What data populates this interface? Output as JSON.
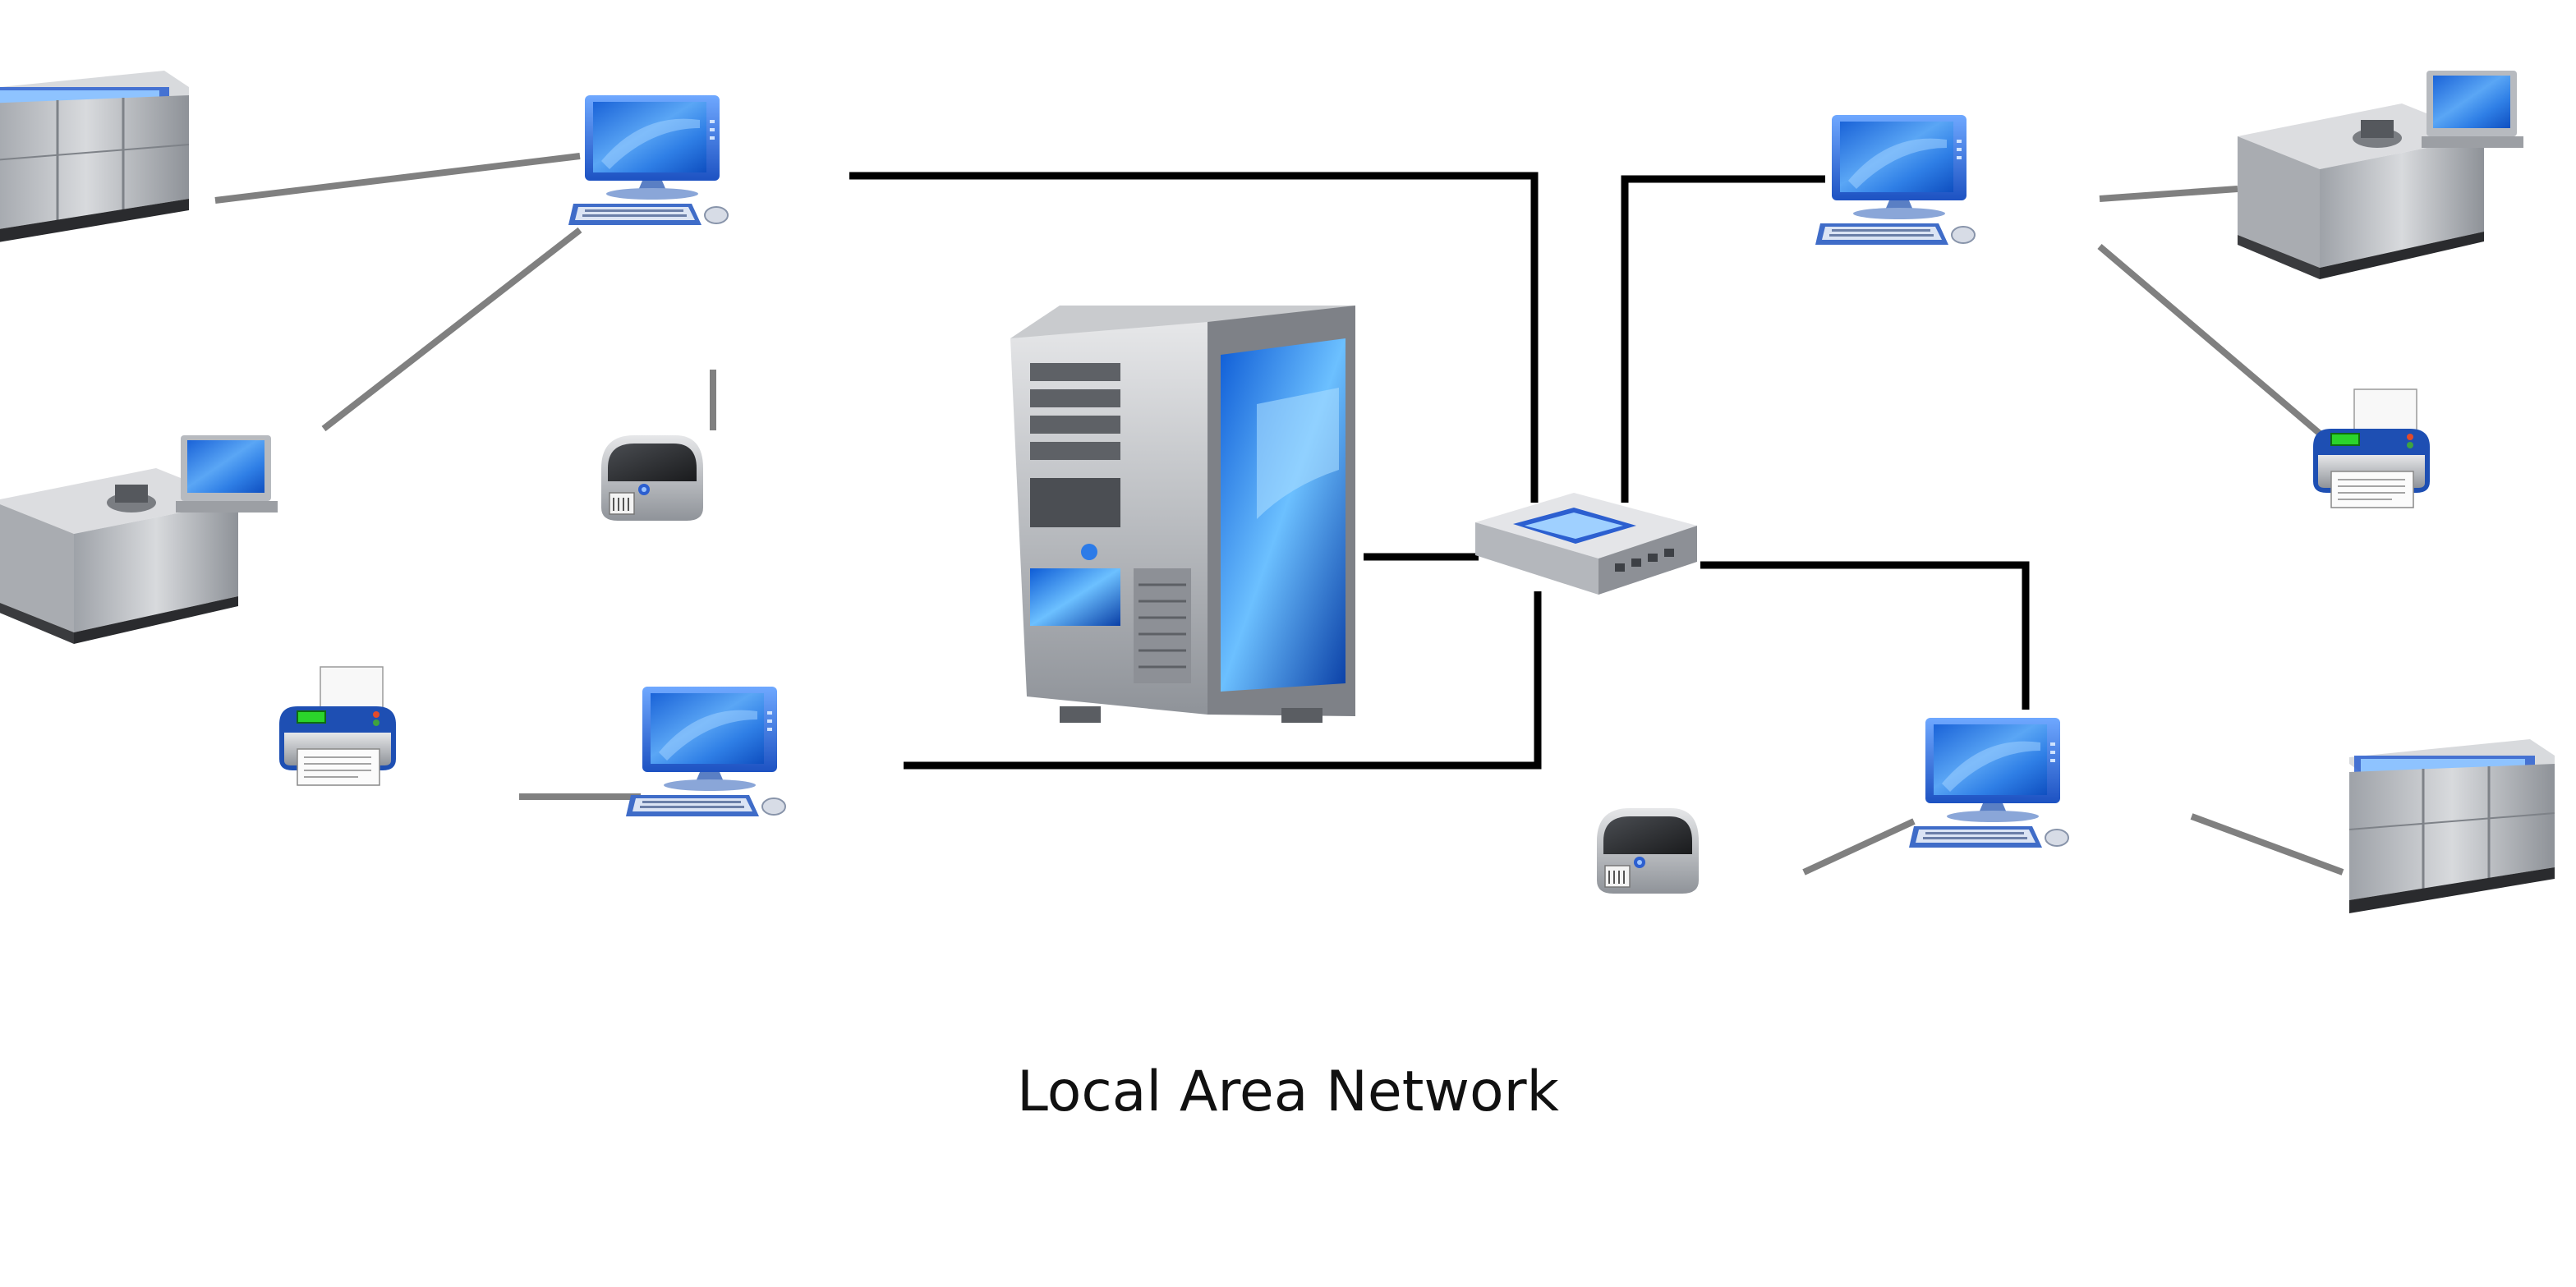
{
  "caption": "Local Area Network",
  "colors": {
    "background": "#ffffff",
    "lan_cable": "#000000",
    "peripheral_link": "#808080",
    "screen_blue": "#2f7fe6",
    "device_gray": "#b9bcc1",
    "accent_blue": "#1e4fb3"
  },
  "nodes": [
    {
      "id": "server",
      "icon": "server-tower-icon"
    },
    {
      "id": "switch",
      "icon": "network-switch-icon"
    },
    {
      "id": "workstation-top-left",
      "icon": "desktop-computer-icon"
    },
    {
      "id": "workstation-bottom-left",
      "icon": "desktop-computer-icon"
    },
    {
      "id": "workstation-top-right",
      "icon": "desktop-computer-icon"
    },
    {
      "id": "workstation-bottom-right",
      "icon": "desktop-computer-icon"
    },
    {
      "id": "analyzer-top-left",
      "icon": "lab-analyzer-icon"
    },
    {
      "id": "analyzer-mid-left",
      "icon": "lab-analyzer-with-screen-icon"
    },
    {
      "id": "analyzer-top-right",
      "icon": "lab-analyzer-with-screen-icon"
    },
    {
      "id": "analyzer-bottom-right",
      "icon": "lab-analyzer-icon"
    },
    {
      "id": "label-printer-left",
      "icon": "label-printer-icon"
    },
    {
      "id": "label-printer-right",
      "icon": "label-printer-icon"
    },
    {
      "id": "printer-left",
      "icon": "desktop-printer-icon"
    },
    {
      "id": "printer-right",
      "icon": "desktop-printer-icon"
    }
  ],
  "links": [
    {
      "from": "workstation-top-left",
      "to": "switch",
      "kind": "lan"
    },
    {
      "from": "workstation-bottom-left",
      "to": "switch",
      "kind": "lan"
    },
    {
      "from": "server",
      "to": "switch",
      "kind": "lan"
    },
    {
      "from": "workstation-top-right",
      "to": "switch",
      "kind": "lan"
    },
    {
      "from": "workstation-bottom-right",
      "to": "switch",
      "kind": "lan"
    },
    {
      "from": "analyzer-top-left",
      "to": "workstation-top-left",
      "kind": "peripheral"
    },
    {
      "from": "analyzer-mid-left",
      "to": "workstation-top-left",
      "kind": "peripheral"
    },
    {
      "from": "label-printer-left",
      "to": "workstation-top-left",
      "kind": "peripheral"
    },
    {
      "from": "printer-left",
      "to": "workstation-bottom-left",
      "kind": "peripheral"
    },
    {
      "from": "analyzer-top-right",
      "to": "workstation-top-right",
      "kind": "peripheral"
    },
    {
      "from": "printer-right",
      "to": "workstation-top-right",
      "kind": "peripheral"
    },
    {
      "from": "label-printer-right",
      "to": "workstation-bottom-right",
      "kind": "peripheral"
    },
    {
      "from": "analyzer-bottom-right",
      "to": "workstation-bottom-right",
      "kind": "peripheral"
    }
  ]
}
